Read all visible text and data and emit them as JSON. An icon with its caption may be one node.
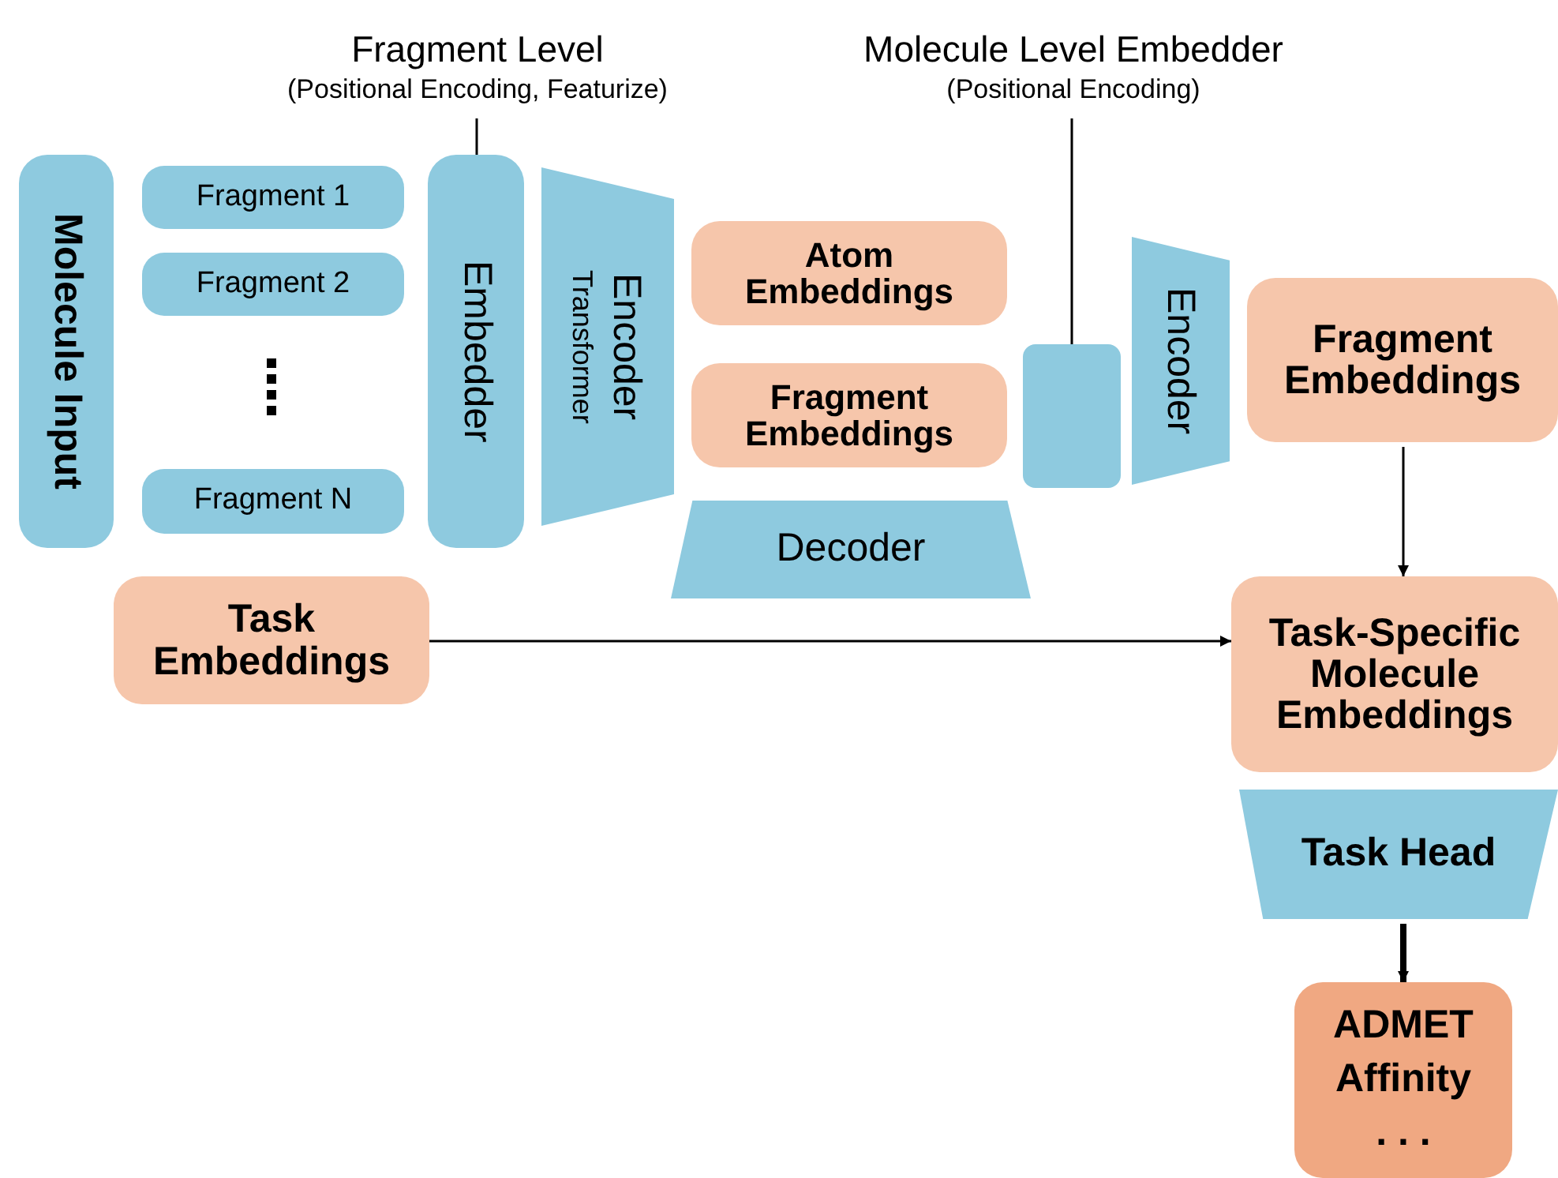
{
  "diagram": {
    "nodes": [
      {
        "text": [
          "Fragment Level",
          "(Positional Encoding, Featurize)"
        ]
      },
      {
        "text": [
          "Molecule Level Embedder",
          "(Positional Encoding)"
        ]
      },
      {
        "text": [
          "Molecule Input"
        ]
      },
      {
        "text": [
          "Fragment 1"
        ]
      },
      {
        "text": [
          "Fragment 2"
        ]
      },
      {
        "text": [
          "Fragment N"
        ]
      },
      {
        "text": [
          "Embedder"
        ]
      },
      {
        "text": [
          "Encoder",
          "Transformer"
        ]
      },
      {
        "text": [
          "Atom Embeddings"
        ]
      },
      {
        "text": [
          "Fragment Embeddings"
        ]
      },
      {
        "text": [
          "Decoder"
        ]
      },
      {
        "text": [],
        "shape": "box"
      },
      {
        "text": [
          "Encoder"
        ]
      },
      {
        "text": [
          "Fragment Embeddings"
        ]
      },
      {
        "text": [
          "Task Embeddings"
        ]
      },
      {
        "text": [
          "Task-Specific Molecule Embeddings"
        ]
      },
      {
        "text": [
          "Task Head"
        ]
      },
      {
        "text": [
          "ADMET",
          "Affinity",
          ". . ."
        ]
      }
    ],
    "edges": [
      {
        "from": 0,
        "to": 6,
        "arrow": "none"
      },
      {
        "from": 1,
        "to": 11,
        "arrow": "none"
      },
      {
        "from": 13,
        "to": 15,
        "arrow": "to"
      },
      {
        "from": 14,
        "to": 15,
        "arrow": "to"
      },
      {
        "from": 16,
        "to": 17,
        "arrow": "to",
        "style": "thick"
      }
    ]
  }
}
